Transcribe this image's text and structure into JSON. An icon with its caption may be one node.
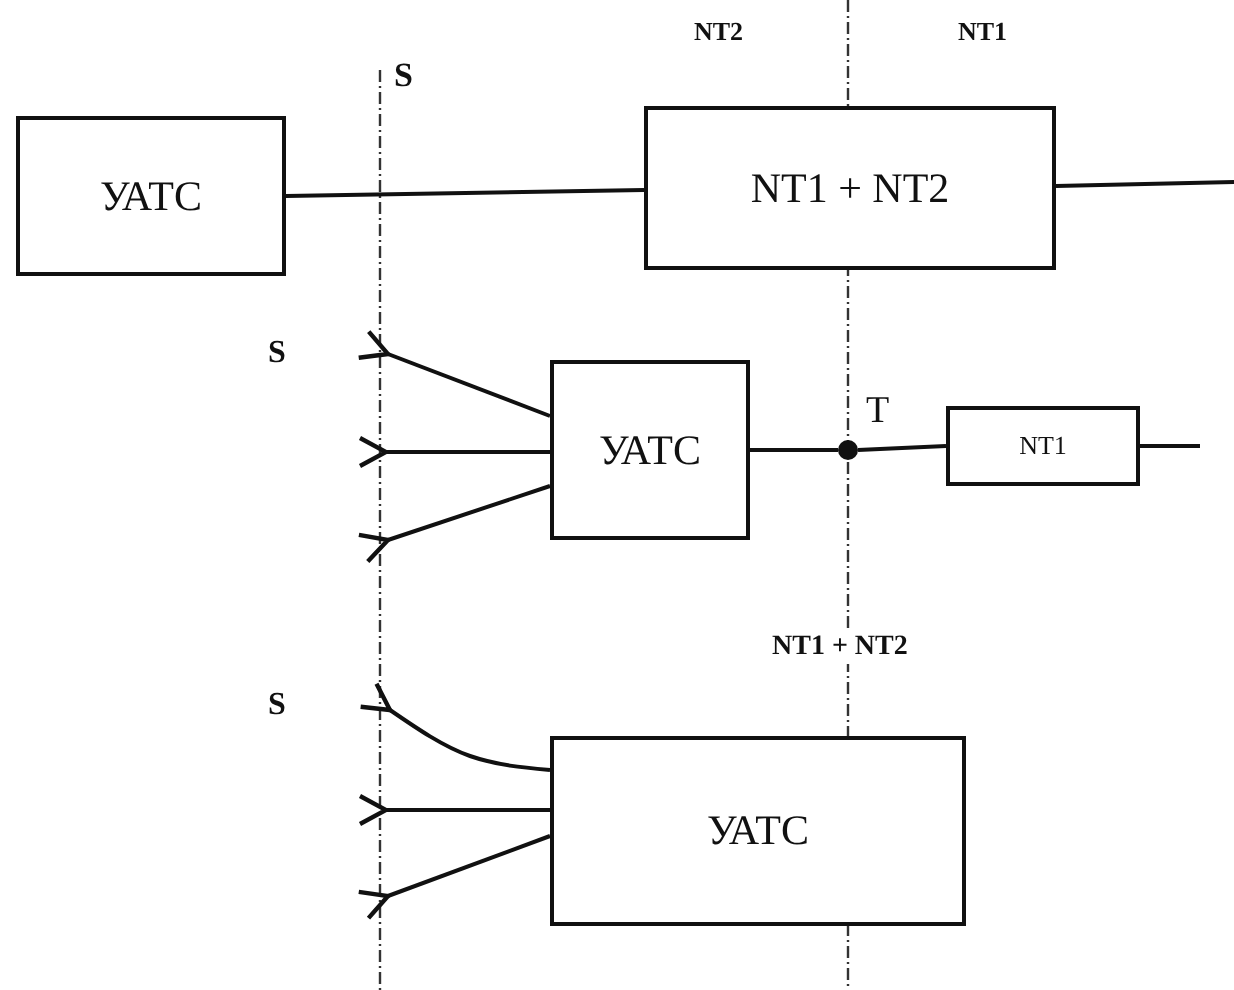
{
  "diagram": {
    "nodes": [
      {
        "text": [
          "УАТС"
        ]
      },
      {
        "text": [
          "NT1 + NT2"
        ]
      },
      {
        "text": [
          "УАТС"
        ]
      },
      {
        "text": [],
        "shape": "circle",
        "beside": [
          "T"
        ]
      },
      {
        "text": [
          "NT1"
        ]
      },
      {
        "text": [
          "УАТС"
        ]
      }
    ],
    "edges": [
      {
        "from": 0,
        "to": 1,
        "arrow": "none"
      },
      {
        "from": 1,
        "to": null,
        "arrow": "none"
      },
      {
        "from": null,
        "to": 2,
        "arrow": "other"
      },
      {
        "from": null,
        "to": 2,
        "arrow": "other"
      },
      {
        "from": null,
        "to": 2,
        "arrow": "other"
      },
      {
        "from": 2,
        "to": 3,
        "arrow": "none"
      },
      {
        "from": 3,
        "to": 4,
        "arrow": "none"
      },
      {
        "from": 4,
        "to": null,
        "arrow": "none"
      },
      {
        "from": null,
        "to": 5,
        "arrow": "other"
      },
      {
        "from": null,
        "to": 5,
        "arrow": "other"
      },
      {
        "from": null,
        "to": 5,
        "arrow": "other"
      }
    ],
    "labels": [
      "NT2",
      "NT1",
      "S",
      "S",
      "S",
      "NT1 + NT2"
    ]
  }
}
